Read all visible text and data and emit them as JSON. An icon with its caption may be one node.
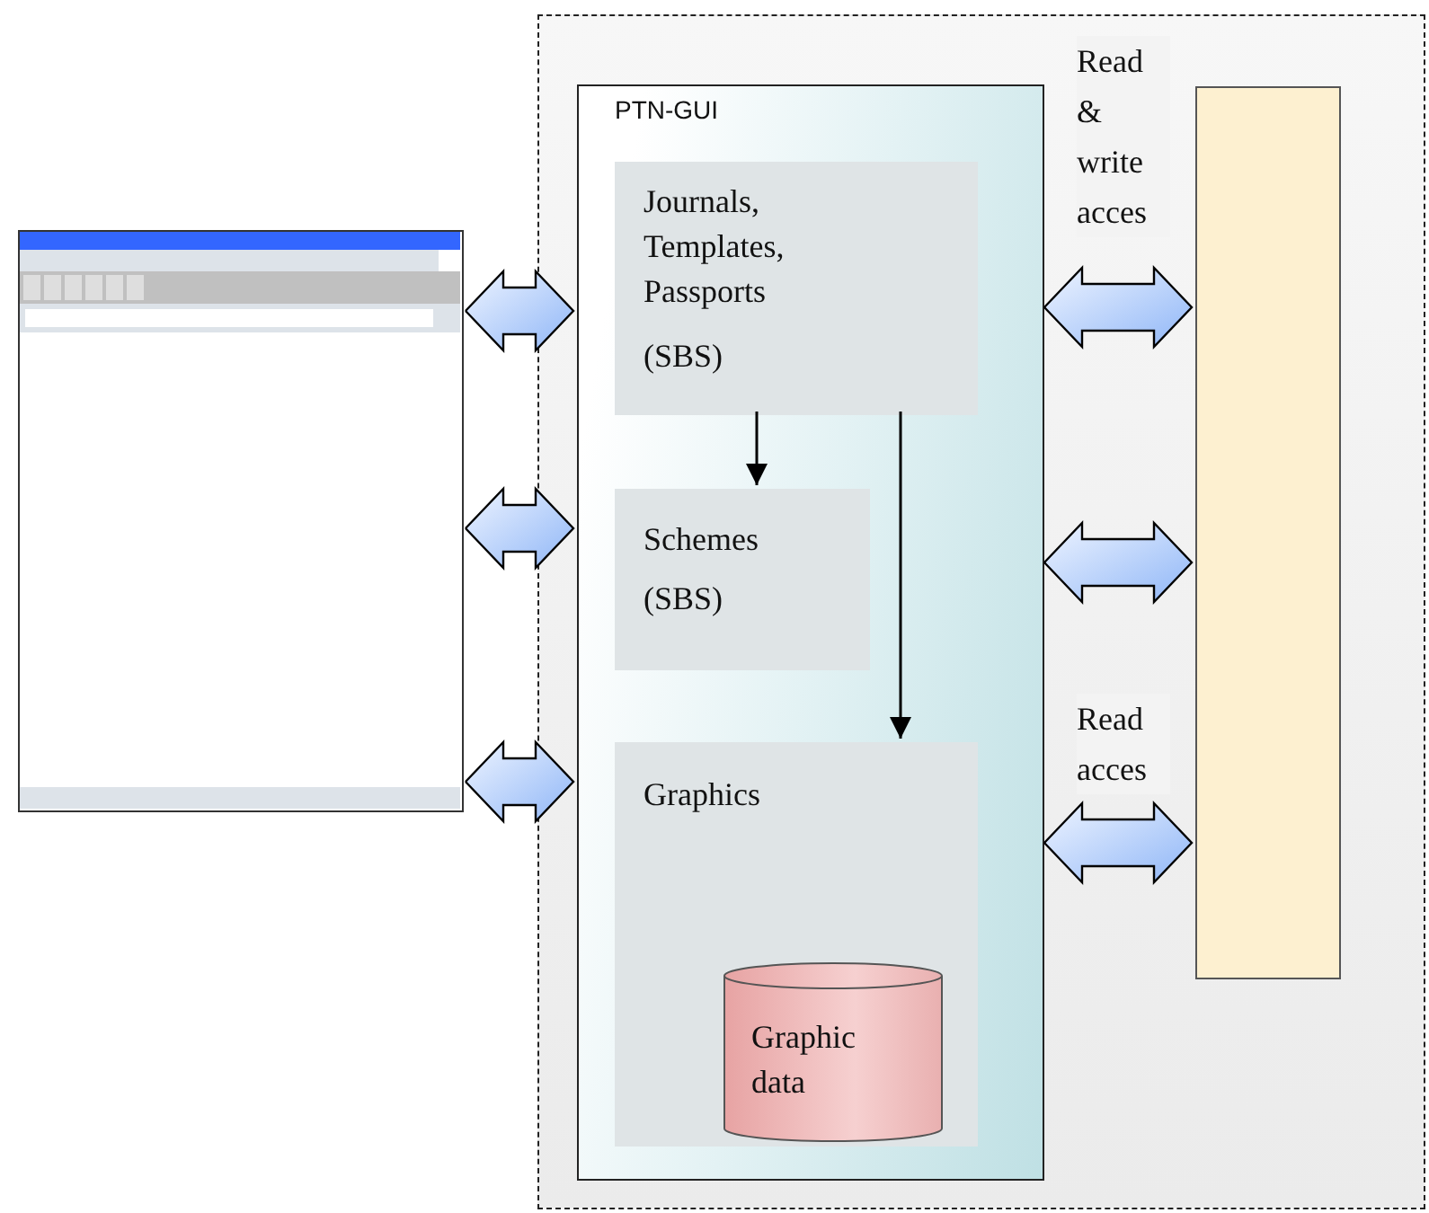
{
  "diagram": {
    "nodes": [
      {
        "text": [],
        "shape": "box"
      },
      {
        "text": [
          "PTN-GUI"
        ],
        "in": 0
      },
      {
        "text": [
          "Journals, Templates, Passports",
          "(SBS)"
        ],
        "in": 1
      },
      {
        "text": [
          "Schemes",
          "(SBS)"
        ],
        "in": 1
      },
      {
        "text": [
          "Graphics"
        ],
        "in": 1
      },
      {
        "text": [
          "Graphic data"
        ],
        "in": 4
      },
      {
        "text": [],
        "shape": "picture"
      },
      {
        "text": [],
        "shape": "bar",
        "in": 0
      }
    ],
    "edges": [
      {
        "from": 2,
        "to": 3,
        "arrow": "to"
      },
      {
        "from": 2,
        "to": 4,
        "arrow": "to"
      },
      {
        "from": 6,
        "to": 1,
        "arrow": "both",
        "style": "thick"
      },
      {
        "from": 6,
        "to": 1,
        "arrow": "both",
        "style": "thick"
      },
      {
        "from": 6,
        "to": 1,
        "arrow": "both",
        "style": "thick"
      },
      {
        "from": 1,
        "to": 7,
        "arrow": "both",
        "style": "thick",
        "label": "Read & write acces"
      },
      {
        "from": 1,
        "to": 7,
        "arrow": "both",
        "style": "thick"
      },
      {
        "from": 1,
        "to": 7,
        "arrow": "both",
        "style": "thick",
        "label": "Read acces"
      }
    ]
  }
}
